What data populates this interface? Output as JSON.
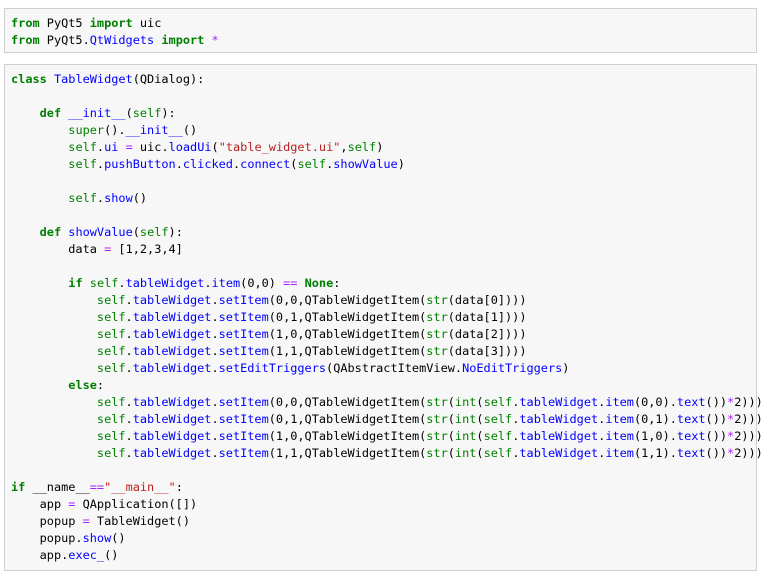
{
  "cells": [
    {
      "name": "import-cell",
      "lines": [
        [
          [
            "from",
            "kw"
          ],
          [
            " PyQt5 ",
            ""
          ],
          [
            "import",
            "kw"
          ],
          [
            " uic",
            ""
          ]
        ],
        [
          [
            "from",
            "kw"
          ],
          [
            " PyQt5.",
            ""
          ],
          [
            "QtWidgets",
            "nm"
          ],
          [
            " ",
            ""
          ],
          [
            "import",
            "kw"
          ],
          [
            " ",
            ""
          ],
          [
            "*",
            "op"
          ]
        ]
      ]
    },
    {
      "name": "class-cell",
      "lines": [
        [
          [
            "class",
            "kw"
          ],
          [
            " ",
            ""
          ],
          [
            "TableWidget",
            "cls"
          ],
          [
            "(QDialog):",
            ""
          ]
        ],
        [
          [
            "",
            ""
          ]
        ],
        [
          [
            "    ",
            ""
          ],
          [
            "def",
            "kw"
          ],
          [
            " ",
            ""
          ],
          [
            "__init__",
            "fn"
          ],
          [
            "(",
            ""
          ],
          [
            "self",
            "sf"
          ],
          [
            "):",
            ""
          ]
        ],
        [
          [
            "        ",
            ""
          ],
          [
            "super",
            "nb"
          ],
          [
            "().",
            ""
          ],
          [
            "__init__",
            "mg"
          ],
          [
            "()",
            ""
          ]
        ],
        [
          [
            "        ",
            ""
          ],
          [
            "self",
            "sf"
          ],
          [
            ".",
            ""
          ],
          [
            "ui",
            "nm"
          ],
          [
            " ",
            ""
          ],
          [
            "=",
            "op"
          ],
          [
            " uic.",
            ""
          ],
          [
            "loadUi",
            "nm"
          ],
          [
            "(",
            ""
          ],
          [
            "\"table_widget.ui\"",
            "st"
          ],
          [
            ",",
            ""
          ],
          [
            "self",
            "sf"
          ],
          [
            ")",
            ""
          ]
        ],
        [
          [
            "        ",
            ""
          ],
          [
            "self",
            "sf"
          ],
          [
            ".",
            ""
          ],
          [
            "pushButton",
            "nm"
          ],
          [
            ".",
            ""
          ],
          [
            "clicked",
            "nm"
          ],
          [
            ".",
            ""
          ],
          [
            "connect",
            "nm"
          ],
          [
            "(",
            ""
          ],
          [
            "self",
            "sf"
          ],
          [
            ".",
            ""
          ],
          [
            "showValue",
            "nm"
          ],
          [
            ")",
            ""
          ]
        ],
        [
          [
            "",
            ""
          ]
        ],
        [
          [
            "        ",
            ""
          ],
          [
            "self",
            "sf"
          ],
          [
            ".",
            ""
          ],
          [
            "show",
            "nm"
          ],
          [
            "()",
            ""
          ]
        ],
        [
          [
            "",
            ""
          ]
        ],
        [
          [
            "    ",
            ""
          ],
          [
            "def",
            "kw"
          ],
          [
            " ",
            ""
          ],
          [
            "showValue",
            "fn"
          ],
          [
            "(",
            ""
          ],
          [
            "self",
            "sf"
          ],
          [
            "):",
            ""
          ]
        ],
        [
          [
            "        data ",
            ""
          ],
          [
            "=",
            "op"
          ],
          [
            " [1,2,3,4]",
            ""
          ]
        ],
        [
          [
            "",
            ""
          ]
        ],
        [
          [
            "        ",
            ""
          ],
          [
            "if",
            "kw"
          ],
          [
            " ",
            ""
          ],
          [
            "self",
            "sf"
          ],
          [
            ".",
            ""
          ],
          [
            "tableWidget",
            "nm"
          ],
          [
            ".",
            ""
          ],
          [
            "item",
            "nm"
          ],
          [
            "(0,0) ",
            ""
          ],
          [
            "==",
            "op"
          ],
          [
            " ",
            ""
          ],
          [
            "None",
            "kw"
          ],
          [
            ":",
            ""
          ]
        ],
        [
          [
            "            ",
            ""
          ],
          [
            "self",
            "sf"
          ],
          [
            ".",
            ""
          ],
          [
            "tableWidget",
            "nm"
          ],
          [
            ".",
            ""
          ],
          [
            "setItem",
            "nm"
          ],
          [
            "(0,0,QTableWidgetItem(",
            ""
          ],
          [
            "str",
            "nb"
          ],
          [
            "(data[0])))",
            ""
          ]
        ],
        [
          [
            "            ",
            ""
          ],
          [
            "self",
            "sf"
          ],
          [
            ".",
            ""
          ],
          [
            "tableWidget",
            "nm"
          ],
          [
            ".",
            ""
          ],
          [
            "setItem",
            "nm"
          ],
          [
            "(0,1,QTableWidgetItem(",
            ""
          ],
          [
            "str",
            "nb"
          ],
          [
            "(data[1])))",
            ""
          ]
        ],
        [
          [
            "            ",
            ""
          ],
          [
            "self",
            "sf"
          ],
          [
            ".",
            ""
          ],
          [
            "tableWidget",
            "nm"
          ],
          [
            ".",
            ""
          ],
          [
            "setItem",
            "nm"
          ],
          [
            "(1,0,QTableWidgetItem(",
            ""
          ],
          [
            "str",
            "nb"
          ],
          [
            "(data[2])))",
            ""
          ]
        ],
        [
          [
            "            ",
            ""
          ],
          [
            "self",
            "sf"
          ],
          [
            ".",
            ""
          ],
          [
            "tableWidget",
            "nm"
          ],
          [
            ".",
            ""
          ],
          [
            "setItem",
            "nm"
          ],
          [
            "(1,1,QTableWidgetItem(",
            ""
          ],
          [
            "str",
            "nb"
          ],
          [
            "(data[3])))",
            ""
          ]
        ],
        [
          [
            "            ",
            ""
          ],
          [
            "self",
            "sf"
          ],
          [
            ".",
            ""
          ],
          [
            "tableWidget",
            "nm"
          ],
          [
            ".",
            ""
          ],
          [
            "setEditTriggers",
            "nm"
          ],
          [
            "(QAbstractItemView.",
            ""
          ],
          [
            "NoEditTriggers",
            "nm"
          ],
          [
            ")",
            ""
          ]
        ],
        [
          [
            "        ",
            ""
          ],
          [
            "else",
            "kw"
          ],
          [
            ":",
            ""
          ]
        ],
        [
          [
            "            ",
            ""
          ],
          [
            "self",
            "sf"
          ],
          [
            ".",
            ""
          ],
          [
            "tableWidget",
            "nm"
          ],
          [
            ".",
            ""
          ],
          [
            "setItem",
            "nm"
          ],
          [
            "(0,0,QTableWidgetItem(",
            ""
          ],
          [
            "str",
            "nb"
          ],
          [
            "(",
            ""
          ],
          [
            "int",
            "nb"
          ],
          [
            "(",
            ""
          ],
          [
            "self",
            "sf"
          ],
          [
            ".",
            ""
          ],
          [
            "tableWidget",
            "nm"
          ],
          [
            ".",
            ""
          ],
          [
            "item",
            "nm"
          ],
          [
            "(0,0).",
            ""
          ],
          [
            "text",
            "nm"
          ],
          [
            "())",
            ""
          ],
          [
            "*",
            "op"
          ],
          [
            "2)))",
            ""
          ]
        ],
        [
          [
            "            ",
            ""
          ],
          [
            "self",
            "sf"
          ],
          [
            ".",
            ""
          ],
          [
            "tableWidget",
            "nm"
          ],
          [
            ".",
            ""
          ],
          [
            "setItem",
            "nm"
          ],
          [
            "(0,1,QTableWidgetItem(",
            ""
          ],
          [
            "str",
            "nb"
          ],
          [
            "(",
            ""
          ],
          [
            "int",
            "nb"
          ],
          [
            "(",
            ""
          ],
          [
            "self",
            "sf"
          ],
          [
            ".",
            ""
          ],
          [
            "tableWidget",
            "nm"
          ],
          [
            ".",
            ""
          ],
          [
            "item",
            "nm"
          ],
          [
            "(0,1).",
            ""
          ],
          [
            "text",
            "nm"
          ],
          [
            "())",
            ""
          ],
          [
            "*",
            "op"
          ],
          [
            "2)))",
            ""
          ]
        ],
        [
          [
            "            ",
            ""
          ],
          [
            "self",
            "sf"
          ],
          [
            ".",
            ""
          ],
          [
            "tableWidget",
            "nm"
          ],
          [
            ".",
            ""
          ],
          [
            "setItem",
            "nm"
          ],
          [
            "(1,0,QTableWidgetItem(",
            ""
          ],
          [
            "str",
            "nb"
          ],
          [
            "(",
            ""
          ],
          [
            "int",
            "nb"
          ],
          [
            "(",
            ""
          ],
          [
            "self",
            "sf"
          ],
          [
            ".",
            ""
          ],
          [
            "tableWidget",
            "nm"
          ],
          [
            ".",
            ""
          ],
          [
            "item",
            "nm"
          ],
          [
            "(1,0).",
            ""
          ],
          [
            "text",
            "nm"
          ],
          [
            "())",
            ""
          ],
          [
            "*",
            "op"
          ],
          [
            "2)))",
            ""
          ]
        ],
        [
          [
            "            ",
            ""
          ],
          [
            "self",
            "sf"
          ],
          [
            ".",
            ""
          ],
          [
            "tableWidget",
            "nm"
          ],
          [
            ".",
            ""
          ],
          [
            "setItem",
            "nm"
          ],
          [
            "(1,1,QTableWidgetItem(",
            ""
          ],
          [
            "str",
            "nb"
          ],
          [
            "(",
            ""
          ],
          [
            "int",
            "nb"
          ],
          [
            "(",
            ""
          ],
          [
            "self",
            "sf"
          ],
          [
            ".",
            ""
          ],
          [
            "tableWidget",
            "nm"
          ],
          [
            ".",
            ""
          ],
          [
            "item",
            "nm"
          ],
          [
            "(1,1).",
            ""
          ],
          [
            "text",
            "nm"
          ],
          [
            "())",
            ""
          ],
          [
            "*",
            "op"
          ],
          [
            "2)))",
            ""
          ]
        ],
        [
          [
            "",
            ""
          ]
        ],
        [
          [
            "if",
            "kw"
          ],
          [
            " __name__",
            ""
          ],
          [
            "==",
            "op"
          ],
          [
            "\"__main__\"",
            "st"
          ],
          [
            ":",
            ""
          ]
        ],
        [
          [
            "    app ",
            ""
          ],
          [
            "=",
            "op"
          ],
          [
            " QApplication([])",
            ""
          ]
        ],
        [
          [
            "    popup ",
            ""
          ],
          [
            "=",
            "op"
          ],
          [
            " TableWidget()",
            ""
          ]
        ],
        [
          [
            "    popup.",
            ""
          ],
          [
            "show",
            "nm"
          ],
          [
            "()",
            ""
          ]
        ],
        [
          [
            "    app.",
            ""
          ],
          [
            "exec_",
            "nm"
          ],
          [
            "()",
            ""
          ]
        ]
      ]
    }
  ]
}
